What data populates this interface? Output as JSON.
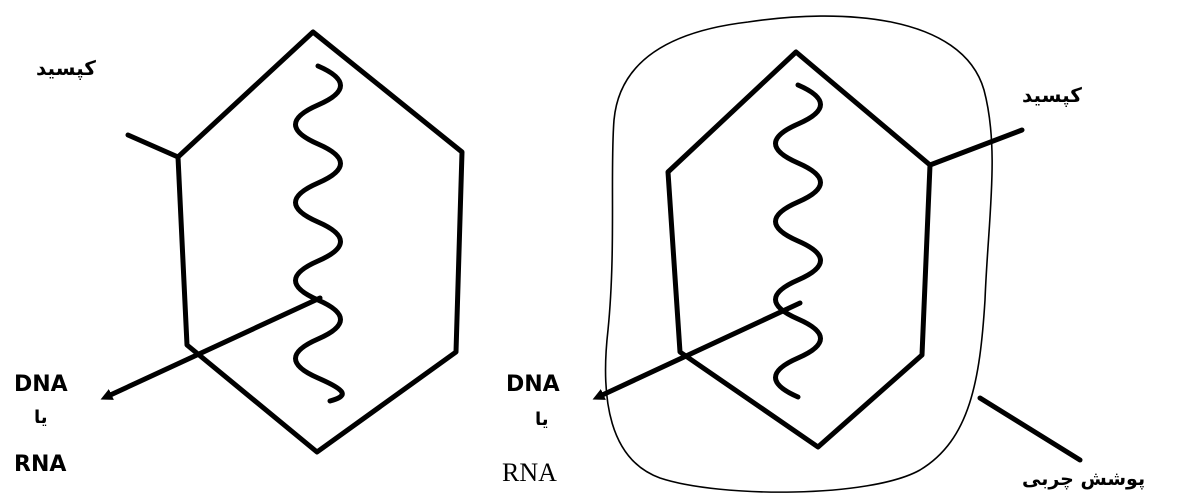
{
  "left_virus": {
    "capsid_label": "کپسید",
    "nucleic_label_top": "DNA",
    "nucleic_label_mid": "یا",
    "nucleic_label_bottom": "RNA"
  },
  "right_virus": {
    "capsid_label": "کپسید",
    "nucleic_label_top": "DNA",
    "nucleic_label_mid": "یا",
    "nucleic_label_bottom": "RNA",
    "envelope_label": "پوشش چربی"
  }
}
